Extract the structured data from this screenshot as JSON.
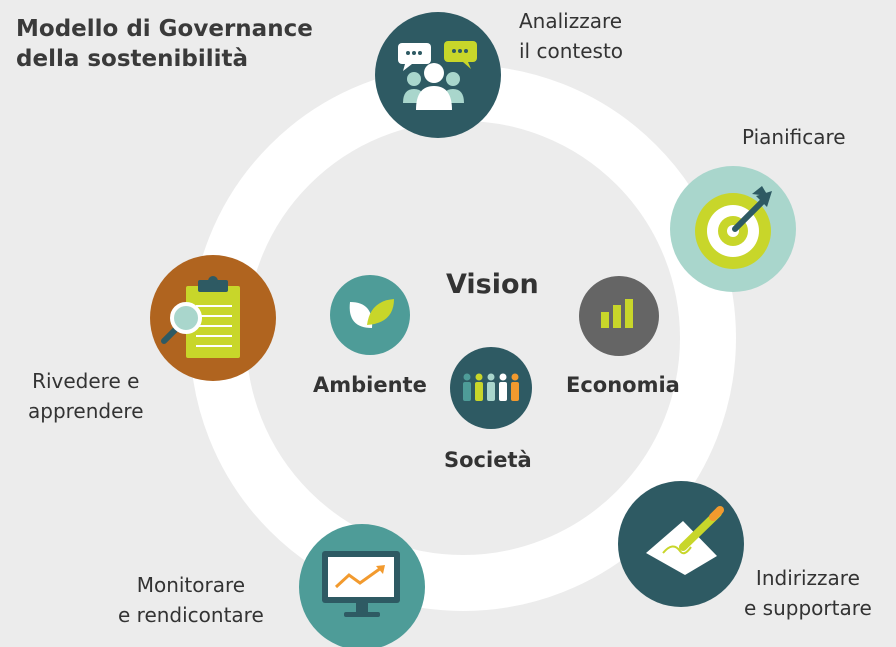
{
  "title": {
    "line1": "Modello di Governance",
    "line2": "della sostenibilità"
  },
  "center": {
    "vision": "Vision",
    "pillars": {
      "ambiente": "Ambiente",
      "economia": "Economia",
      "societa": "Società"
    }
  },
  "steps": {
    "analizzare": {
      "line1": "Analizzare",
      "line2": "il contesto"
    },
    "pianificare": {
      "line1": "Pianificare"
    },
    "indirizzare": {
      "line1": "Indirizzare",
      "line2": "e supportare"
    },
    "monitorare": {
      "line1": "Monitorare",
      "line2": "e rendicontare"
    },
    "rivedere": {
      "line1": "Rivedere e",
      "line2": "apprendere"
    }
  },
  "colors": {
    "background": "#ececec",
    "ring": "#ffffff",
    "dark_teal": "#2e5a63",
    "light_teal": "#a9d6cc",
    "mid_teal": "#4e9c98",
    "orange_brown": "#b0641f",
    "gray": "#656565",
    "lime": "#c8d62a",
    "orange": "#f29a2e"
  },
  "icons": {
    "analizzare": "people-chat-icon",
    "pianificare": "target-arrow-icon",
    "indirizzare": "paper-pen-icon",
    "monitorare": "monitor-chart-icon",
    "rivedere": "clipboard-magnifier-icon",
    "ambiente": "leaves-icon",
    "economia": "bar-chart-icon",
    "societa": "people-group-icon"
  }
}
